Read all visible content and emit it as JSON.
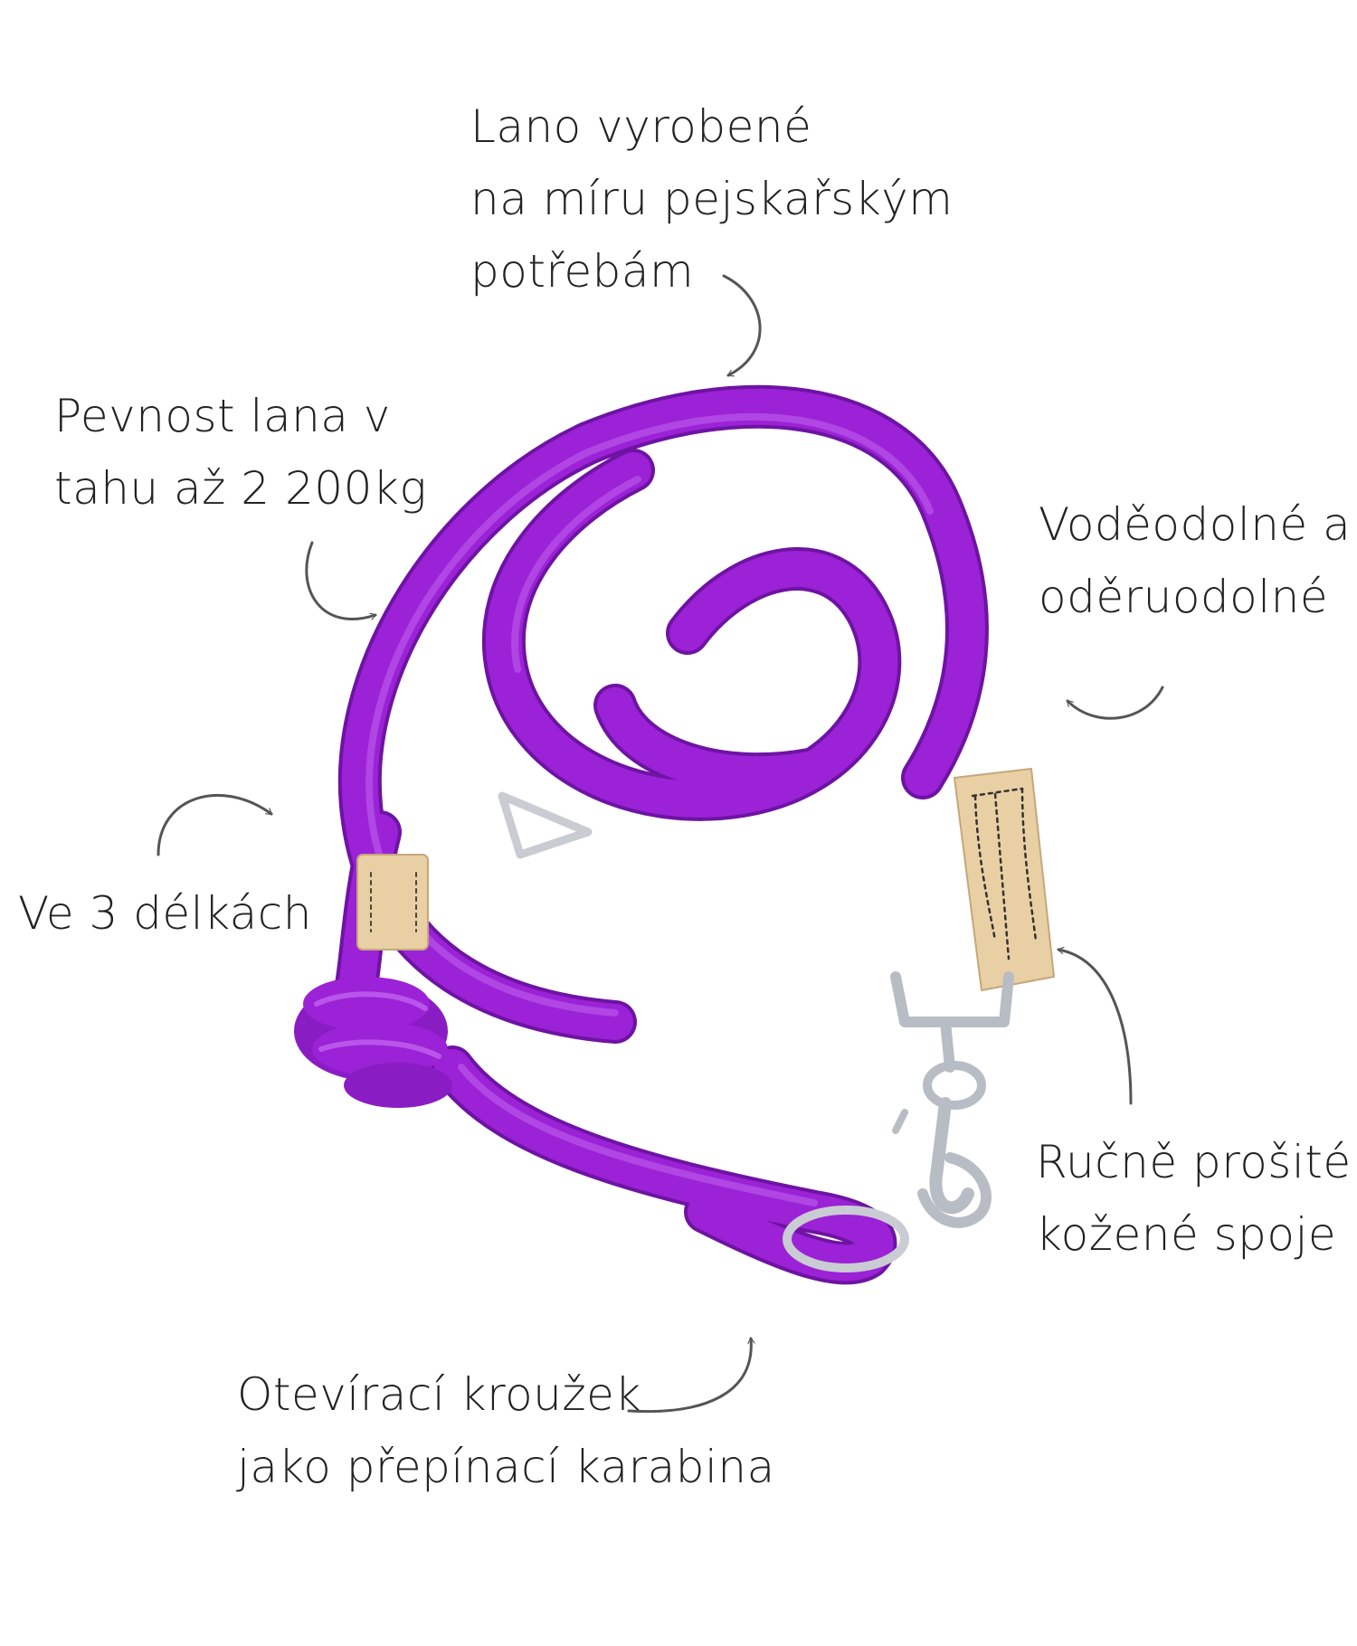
{
  "annotations": {
    "top": {
      "lines": [
        "Lano vyrobené",
        "na míru pejskařským",
        "potřebám"
      ]
    },
    "strength": {
      "lines": [
        "Pevnost lana v",
        "tahu až 2 200kg"
      ]
    },
    "waterproof": {
      "lines": [
        "Voděodolné a",
        "oděruodolné"
      ]
    },
    "lengths": {
      "lines": [
        "Ve 3 délkách"
      ]
    },
    "stitched": {
      "lines": [
        "Ručně prošité",
        "kožené spoje"
      ]
    },
    "ring": {
      "lines": [
        "Otevírací kroužek",
        "jako přepínací karabina"
      ]
    }
  },
  "colors": {
    "rope": "#9b22d6",
    "rope_shadow": "#6e13a3",
    "rope_highlight": "#b955ea",
    "leather": "#e9cfa4",
    "metal": "#c9ccd2",
    "arrow": "#555555",
    "text": "#222222"
  }
}
